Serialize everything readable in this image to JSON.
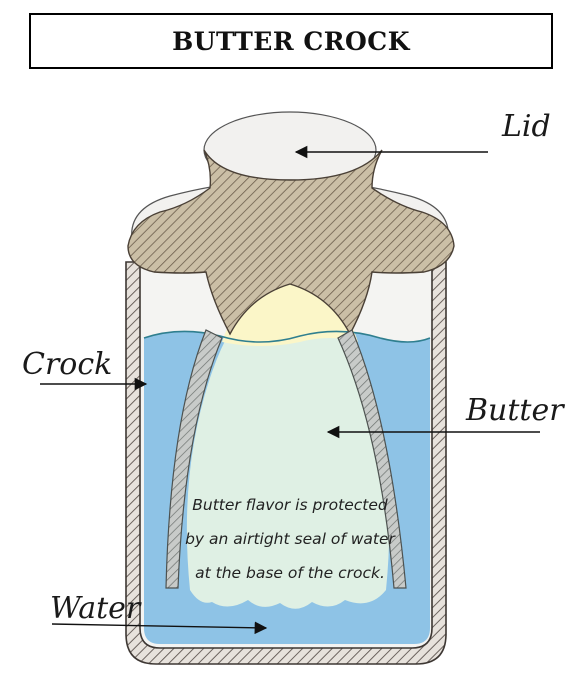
{
  "title": "BUTTER CROCK",
  "labels": {
    "lid": "Lid",
    "crock": "Crock",
    "butter": "Butter",
    "water": "Water"
  },
  "note": {
    "line1": "Butter flavor is protected",
    "line2": "by an airtight seal of water",
    "line3": "at the base of the crock."
  },
  "colors": {
    "water": "#8ec3e6",
    "butter_inside": "#dff0e4",
    "butter_top": "#fbf6c8",
    "lid": "#cfc4ac",
    "crock_wall": "#8a7f74"
  }
}
